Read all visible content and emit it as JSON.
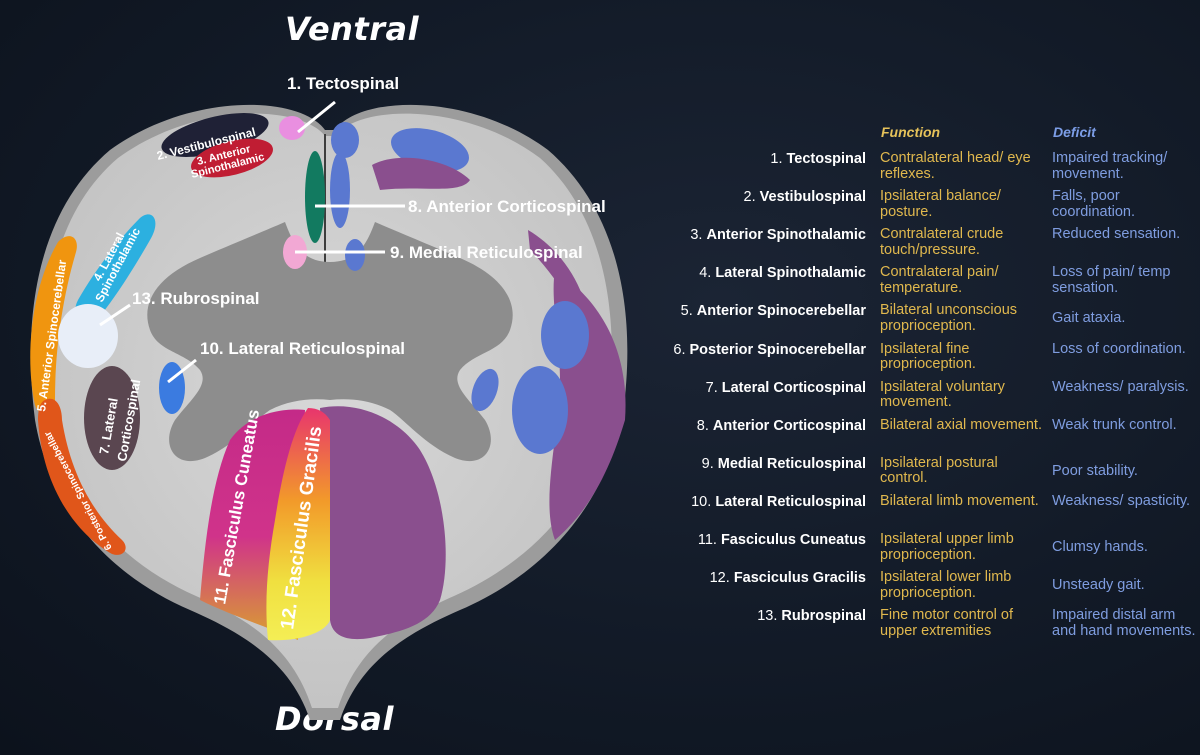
{
  "headings": {
    "ventral": "Ventral",
    "dorsal": "Dorsal"
  },
  "columns": {
    "function": "Function",
    "deficit": "Deficit"
  },
  "diagram_labels": {
    "tectospinal": "1. Tectospinal",
    "anterior_corticospinal": "8. Anterior Corticospinal",
    "medial_reticulospinal": "9. Medial Reticulospinal",
    "rubrospinal": "13. Rubrospinal",
    "lateral_reticulospinal": "10. Lateral Reticulospinal",
    "vestibulospinal": "2. Vestibulospinal",
    "anterior_spinothalamic_1": "3. Anterior",
    "anterior_spinothalamic_2": "Spinothalamic",
    "lateral_spinothalamic_1": "4. Lateral",
    "lateral_spinothalamic_2": "Spinothalamic",
    "anterior_spinocerebellar": "5. Anterior Spinocerebellar",
    "posterior_spinocerebellar": "6. Posterior Spinocerebellar",
    "lateral_corticospinal_1": "7. Lateral",
    "lateral_corticospinal_2": "Corticospinal",
    "fasciculus_cuneatus": "11. Fasciculus Cuneatus",
    "fasciculus_gracilis": "12. Fasciculus Gracilis"
  },
  "colors": {
    "tectospinal": "#e98fe0",
    "vestibulospinal": "#1f2136",
    "anterior_spinothalamic": "#c01d33",
    "lateral_spinothalamic": "#2cb0e0",
    "anterior_spinocerebellar": "#f0950f",
    "posterior_spinocerebellar": "#e0561a",
    "lateral_corticospinal": "#5a4650",
    "anterior_corticospinal": "#127a60",
    "medial_reticulospinal": "#f2a8d4",
    "lateral_reticulospinal": "#3b7be0",
    "rubrospinal": "#e8eef8",
    "function_text": "#e0b84e",
    "deficit_text": "#7f9de0"
  },
  "tracts": [
    {
      "num": "1.",
      "name": "Tectospinal",
      "function": "Contralateral head/ eye reflexes.",
      "deficit": "Impaired tracking/ movement."
    },
    {
      "num": "2.",
      "name": "Vestibulospinal",
      "function": "Ipsilateral balance/ posture.",
      "deficit": "Falls, poor coordination."
    },
    {
      "num": "3.",
      "name": "Anterior Spinothalamic",
      "function": "Contralateral crude touch/pressure.",
      "deficit": "Reduced sensation."
    },
    {
      "num": "4.",
      "name": "Lateral Spinothalamic",
      "function": "Contralateral pain/ temperature.",
      "deficit": "Loss of pain/ temp sensation."
    },
    {
      "num": "5.",
      "name": "Anterior Spinocerebellar",
      "function": "Bilateral unconscious proprioception.",
      "deficit": "Gait ataxia."
    },
    {
      "num": "6.",
      "name": "Posterior Spinocerebellar",
      "function": "Ipsilateral fine proprioception.",
      "deficit": "Loss of coordination."
    },
    {
      "num": "7.",
      "name": "Lateral Corticospinal",
      "function": "Ipsilateral voluntary movement.",
      "deficit": "Weakness/ paralysis."
    },
    {
      "num": "8.",
      "name": "Anterior Corticospinal",
      "function": "Bilateral axial movement.",
      "deficit": "Weak trunk control."
    },
    {
      "num": "9.",
      "name": "Medial Reticulospinal",
      "function": "Ipsilateral postural control.",
      "deficit": "Poor stability."
    },
    {
      "num": "10.",
      "name": "Lateral Reticulospinal",
      "function": "Bilateral limb movement.",
      "deficit": "Weakness/ spasticity."
    },
    {
      "num": "11.",
      "name": "Fasciculus Cuneatus",
      "function": "Ipsilateral upper limb proprioception.",
      "deficit": "Clumsy hands."
    },
    {
      "num": "12.",
      "name": "Fasciculus Gracilis",
      "function": "Ipsilateral lower limb proprioception.",
      "deficit": "Unsteady gait."
    },
    {
      "num": "13.",
      "name": "Rubrospinal",
      "function": "Fine motor control of upper extremities",
      "deficit": "Impaired distal arm and hand movements."
    }
  ]
}
